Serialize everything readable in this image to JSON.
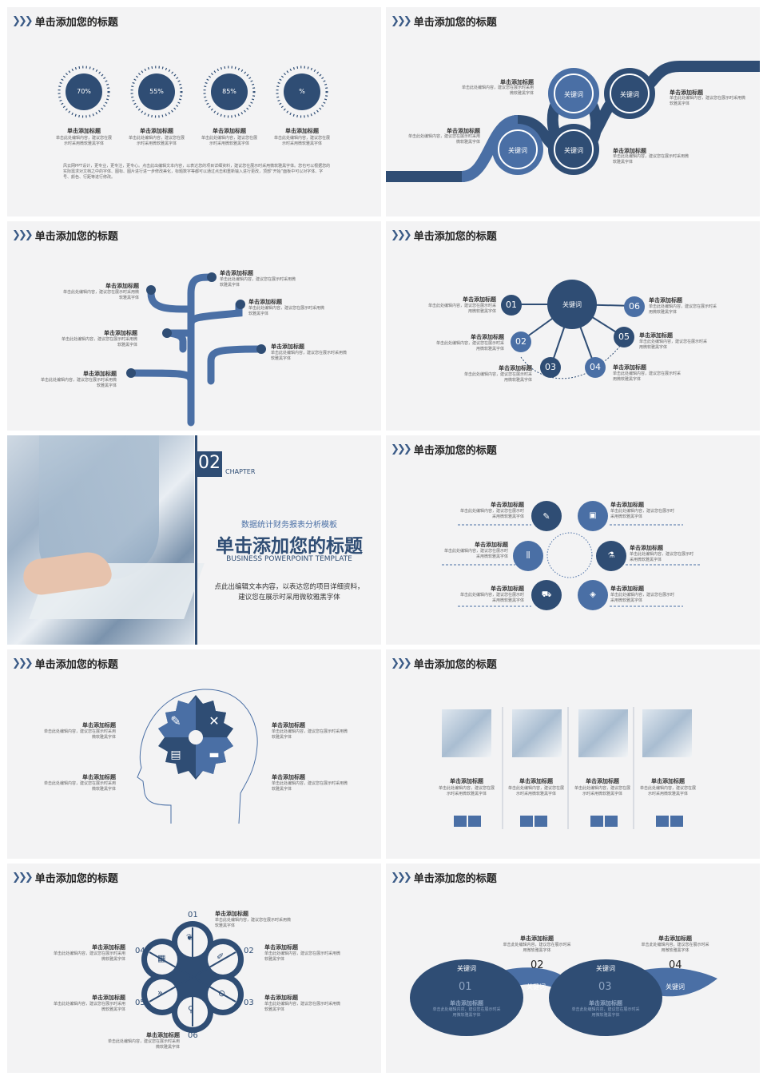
{
  "common": {
    "slide_title": "单击添加您的标题",
    "item_title": "单击添加标题",
    "keyword": "关键词",
    "desc_long": "单击此处编辑内容，建议您在展示时采用微软雅黑字体",
    "desc_short": "单击此处编辑内容，建议您在展示时采用微软雅黑字体"
  },
  "slide1": {
    "percents": [
      "70%",
      "55%",
      "85%",
      "%"
    ],
    "paragraph": "风云网PPT设计，更专业，更专注，更专心。点击此出编辑文本内容，以表达您的项目详细资料，建议您在展示时采用微软雅黑字体。您也可以根据您的实际需求对文档之中的字体、图标、图片进行进一步修改美化，标题数字等都可以通过点击和重新输入进行更改，顶部“开始”面板中可以对字体、字号、颜色、行距等进行修改。"
  },
  "slide4": {
    "nums": [
      "01",
      "02",
      "03",
      "04",
      "05",
      "06"
    ]
  },
  "slide5": {
    "chapter_num": "02",
    "chapter_label": "CHAPTER",
    "subtitle": "数据统计财务报表分析模板",
    "main_title": "单击添加您的标题",
    "en_title": "BUSINESS POWERPOINT TEMPLATE",
    "body_line1": "点此出编辑文本内容，以表达您的项目详细资料，",
    "body_line2": "建议您在展示时采用微软雅黑字体"
  },
  "slide9": {
    "nums": [
      "01",
      "02",
      "03",
      "04",
      "05",
      "06"
    ]
  },
  "slide10": {
    "nums": [
      "01",
      "02",
      "03",
      "04"
    ]
  },
  "colors": {
    "dark": "#2f4d74",
    "mid": "#4a6fa5",
    "light": "#6f8fbd",
    "bg": "#f3f3f4"
  }
}
